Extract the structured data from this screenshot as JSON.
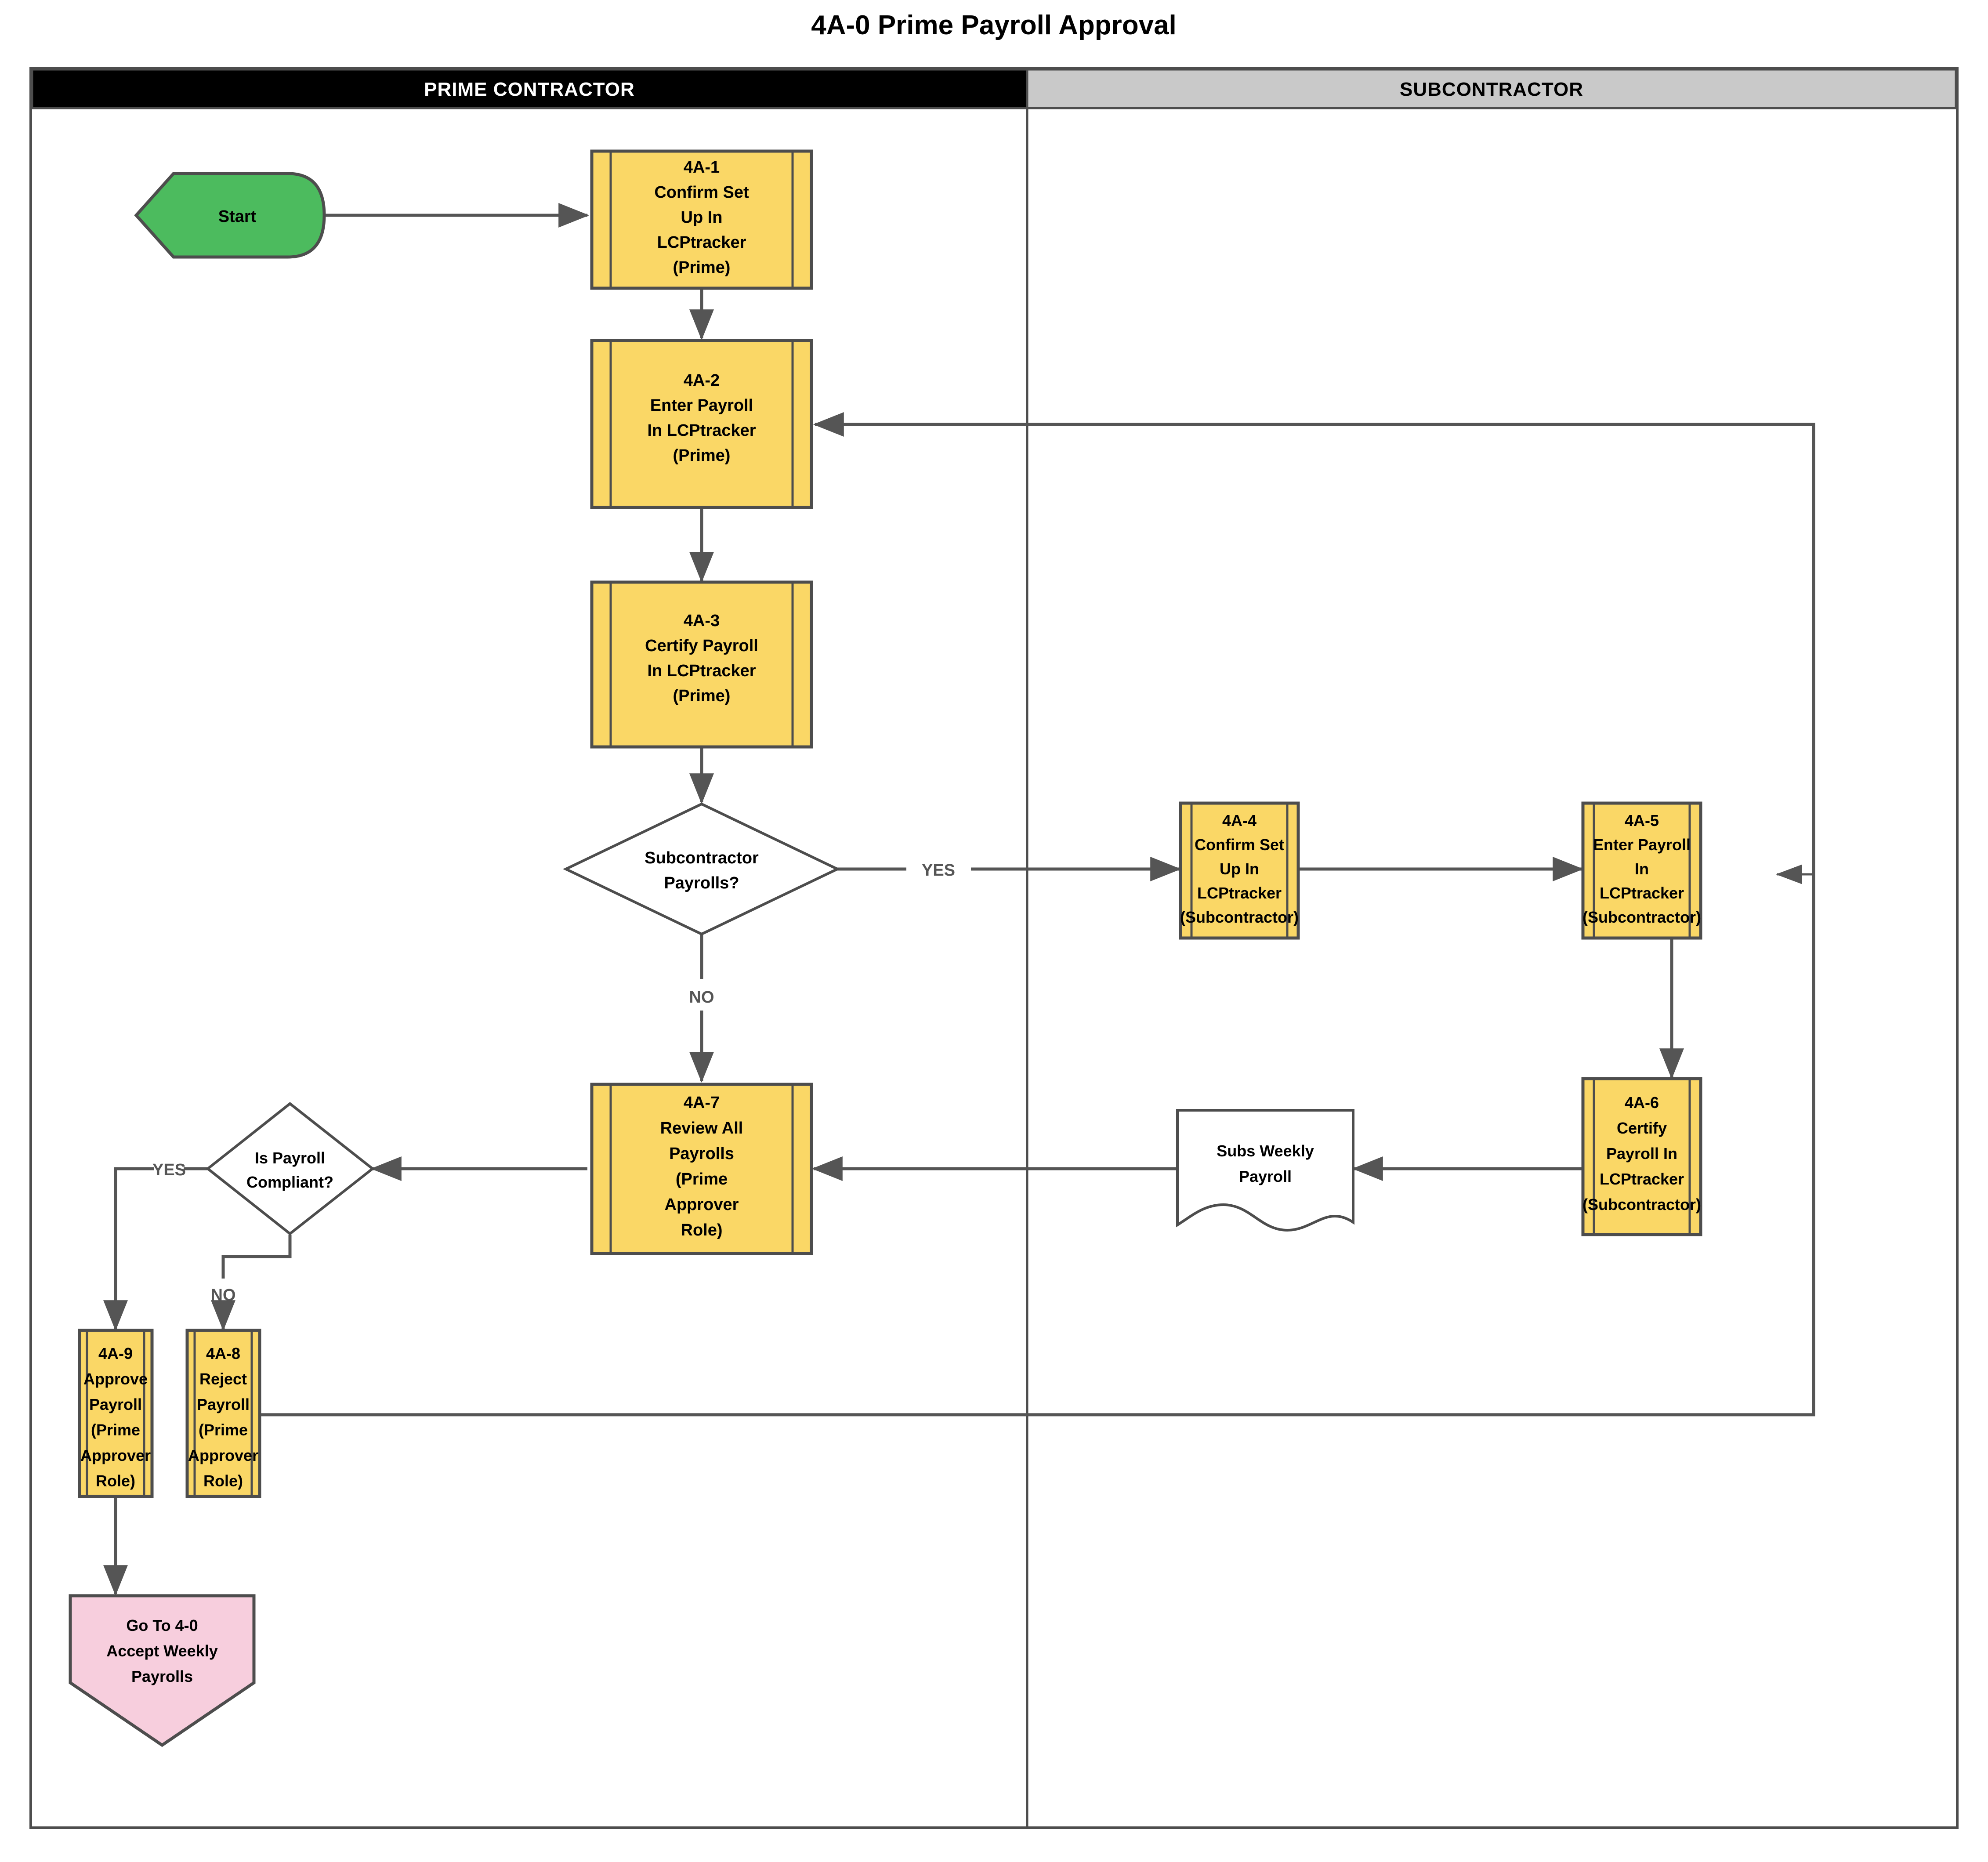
{
  "diagram": {
    "title": "4A-0 Prime Payroll Approval",
    "type": "swimlane-flowchart",
    "colors": {
      "process_fill": "#FAD766",
      "start_fill": "#4CBB5E",
      "goto_fill": "#F7CEDD",
      "document_fill": "#FFFFFF",
      "decision_fill": "#FFFFFF",
      "stroke": "#4D4D4D",
      "lane_prime_bg": "#000000",
      "lane_prime_text": "#FFFFFF",
      "lane_sub_bg": "#C9C9C9",
      "lane_sub_text": "#000000"
    }
  },
  "lanes": [
    {
      "id": "prime",
      "label": "PRIME CONTRACTOR"
    },
    {
      "id": "sub",
      "label": "SUBCONTRACTOR"
    }
  ],
  "nodes": {
    "start": {
      "label": "Start",
      "shape": "start-pennant",
      "lane": "prime"
    },
    "n1": {
      "id": "4A-1",
      "line1": "Confirm Set",
      "line2": "Up In",
      "line3": "LCPtracker",
      "line4": "(Prime)",
      "shape": "predefined-process",
      "lane": "prime"
    },
    "n2": {
      "id": "4A-2",
      "line1": "Enter Payroll",
      "line2": "In LCPtracker",
      "line3": "(Prime)",
      "shape": "predefined-process",
      "lane": "prime"
    },
    "n3": {
      "id": "4A-3",
      "line1": "Certify Payroll",
      "line2": "In LCPtracker",
      "line3": "(Prime)",
      "shape": "predefined-process",
      "lane": "prime"
    },
    "d1": {
      "line1": "Subcontractor",
      "line2": "Payrolls?",
      "shape": "decision",
      "lane": "prime"
    },
    "n4": {
      "id": "4A-4",
      "line1": "Confirm Set",
      "line2": "Up In",
      "line3": "LCPtracker",
      "line4": "(Subcontractor)",
      "shape": "predefined-process",
      "lane": "sub"
    },
    "n5": {
      "id": "4A-5",
      "line1": "Enter Payroll",
      "line2": "In",
      "line3": "LCPtracker",
      "line4": "(Subcontractor)",
      "shape": "predefined-process",
      "lane": "sub"
    },
    "n6": {
      "id": "4A-6",
      "line1": "Certify",
      "line2": "Payroll In",
      "line3": "LCPtracker",
      "line4": "(Subcontractor)",
      "shape": "predefined-process",
      "lane": "sub"
    },
    "doc": {
      "line1": "Subs Weekly",
      "line2": "Payroll",
      "shape": "document",
      "lane": "sub"
    },
    "n7": {
      "id": "4A-7",
      "line1": "Review All",
      "line2": "Payrolls",
      "line3": "(Prime",
      "line4": "Approver",
      "line5": "Role)",
      "shape": "predefined-process",
      "lane": "prime"
    },
    "d2": {
      "line1": "Is Payroll",
      "line2": "Compliant?",
      "shape": "decision",
      "lane": "prime"
    },
    "n8": {
      "id": "4A-8",
      "line1": "Reject",
      "line2": "Payroll",
      "line3": "(Prime",
      "line4": "Approver",
      "line5": "Role)",
      "shape": "predefined-process",
      "lane": "prime"
    },
    "n9": {
      "id": "4A-9",
      "line1": "Approve",
      "line2": "Payroll",
      "line3": "(Prime",
      "line4": "Approver",
      "line5": "Role)",
      "shape": "predefined-process",
      "lane": "prime"
    },
    "goto": {
      "line1": "Go To 4-0",
      "line2": "Accept Weekly",
      "line3": "Payrolls",
      "shape": "offpage-pentagon",
      "lane": "prime"
    }
  },
  "edge_labels": {
    "d1_yes": "YES",
    "d1_no": "NO",
    "d2_yes": "YES",
    "d2_no": "NO"
  },
  "edges": [
    {
      "from": "start",
      "to": "n1",
      "label": ""
    },
    {
      "from": "n1",
      "to": "n2",
      "label": ""
    },
    {
      "from": "n2",
      "to": "n3",
      "label": ""
    },
    {
      "from": "n3",
      "to": "d1",
      "label": ""
    },
    {
      "from": "d1",
      "to": "n4",
      "label": "YES"
    },
    {
      "from": "d1",
      "to": "n7",
      "label": "NO"
    },
    {
      "from": "n4",
      "to": "n5",
      "label": ""
    },
    {
      "from": "n5",
      "to": "n6",
      "label": ""
    },
    {
      "from": "n6",
      "to": "doc",
      "label": ""
    },
    {
      "from": "doc",
      "to": "n7",
      "label": ""
    },
    {
      "from": "n7",
      "to": "d2",
      "label": ""
    },
    {
      "from": "d2",
      "to": "n9",
      "label": "YES"
    },
    {
      "from": "d2",
      "to": "n8",
      "label": "NO"
    },
    {
      "from": "n9",
      "to": "goto",
      "label": ""
    },
    {
      "from": "n8",
      "to": "n2",
      "label": ""
    },
    {
      "from": "n8",
      "to": "n5",
      "label": ""
    }
  ]
}
